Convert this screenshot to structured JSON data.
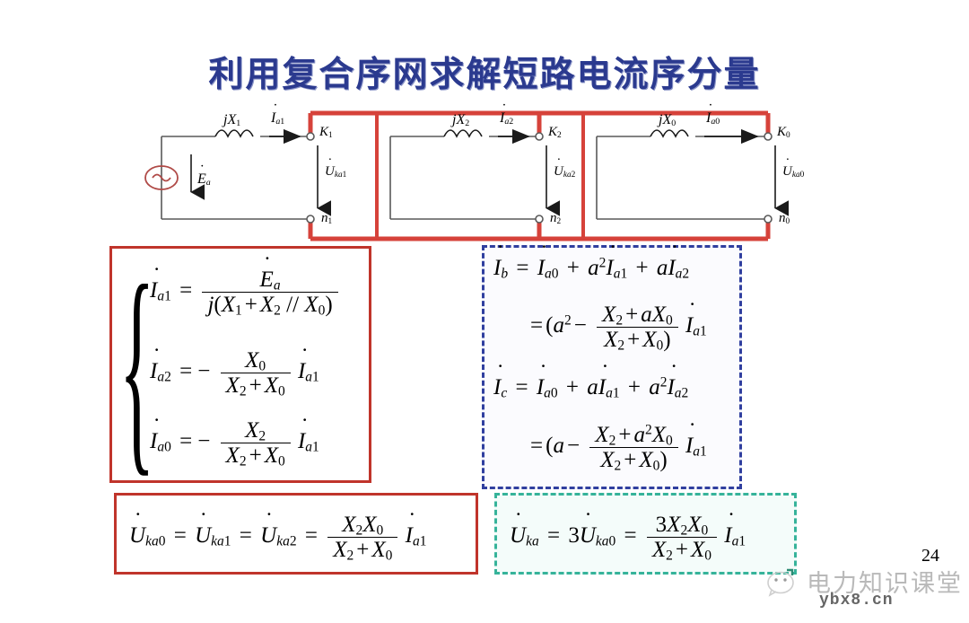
{
  "slide": {
    "title": "利用复合序网求解短路电流序分量",
    "page_number": "24"
  },
  "circuit": {
    "source_label": "Ėa",
    "sections": [
      {
        "reactance": "jX1",
        "current": "Ia1",
        "node_top": "K1",
        "node_bottom": "n1",
        "voltage": "Uka1"
      },
      {
        "reactance": "jX2",
        "current": "Ia2",
        "node_top": "K2",
        "node_bottom": "n2",
        "voltage": "Uka2"
      },
      {
        "reactance": "jX0",
        "current": "Ia0",
        "node_top": "K0",
        "node_bottom": "n0",
        "voltage": "Uka0"
      }
    ],
    "colors": {
      "wire": "#595959",
      "link": "#d6423a",
      "source": "#b04a47"
    }
  },
  "boxes": {
    "sequence_currents": {
      "border_color": "#c0342b",
      "border_style": "solid",
      "equations": [
        {
          "lhs": "Ia1",
          "rhs": "Ea / j(X1 + X2 // X0)",
          "parts": {
            "lhs_base": "I",
            "lhs_sub": "a1",
            "num_base": "E",
            "num_sub": "a",
            "den": "j(X1 + X2 // X0)"
          }
        },
        {
          "lhs": "Ia2",
          "rhs": "- X0 / (X2 + X0) * Ia1",
          "parts": {
            "lhs_base": "I",
            "lhs_sub": "a2",
            "sign": "−",
            "num": "X0",
            "den": "X2 + X0",
            "tail_base": "I",
            "tail_sub": "a1"
          }
        },
        {
          "lhs": "Ia0",
          "rhs": "- X2 / (X2 + X0) * Ia1",
          "parts": {
            "lhs_base": "I",
            "lhs_sub": "a0",
            "sign": "−",
            "num": "X2",
            "den": "X2 + X0",
            "tail_base": "I",
            "tail_sub": "a1"
          }
        }
      ]
    },
    "phase_currents": {
      "border_color": "#303f9f",
      "border_style": "dashed",
      "equations": [
        {
          "line": "Ib = Ia0 + a^2 Ia1 + a Ia2"
        },
        {
          "line": "= (a^2 - (X2 + a X0)/(X2 + X0)) Ia1"
        },
        {
          "line": "Ic = Ia0 + a Ia1 + a^2 Ia2"
        },
        {
          "line": "= (a - (X2 + a^2 X0)/(X2 + X0)) Ia1"
        }
      ]
    },
    "sequence_voltages": {
      "border_color": "#c0342b",
      "border_style": "solid",
      "equation": "Uka0 = Uka1 = Uka2 = X2 X0 / (X2 + X0) * Ia1"
    },
    "total_voltage": {
      "border_color": "#36b39a",
      "border_style": "dashed",
      "equation": "Uka = 3 Uka0 = 3 X2 X0 / (X2 + X0) * Ia1"
    }
  },
  "watermark": {
    "logo": "wechat-logo-icon",
    "title": "电力知识课堂",
    "url": "ybx8.cn"
  },
  "symbols": {
    "I": "I",
    "E": "E",
    "U": "U",
    "X": "X",
    "j": "j",
    "a": "a",
    "three": "3",
    "eq": "=",
    "plus": "+",
    "minus": "−",
    "parallel": "//",
    "lparen": "(",
    "rparen": ")",
    "sq": "2"
  }
}
